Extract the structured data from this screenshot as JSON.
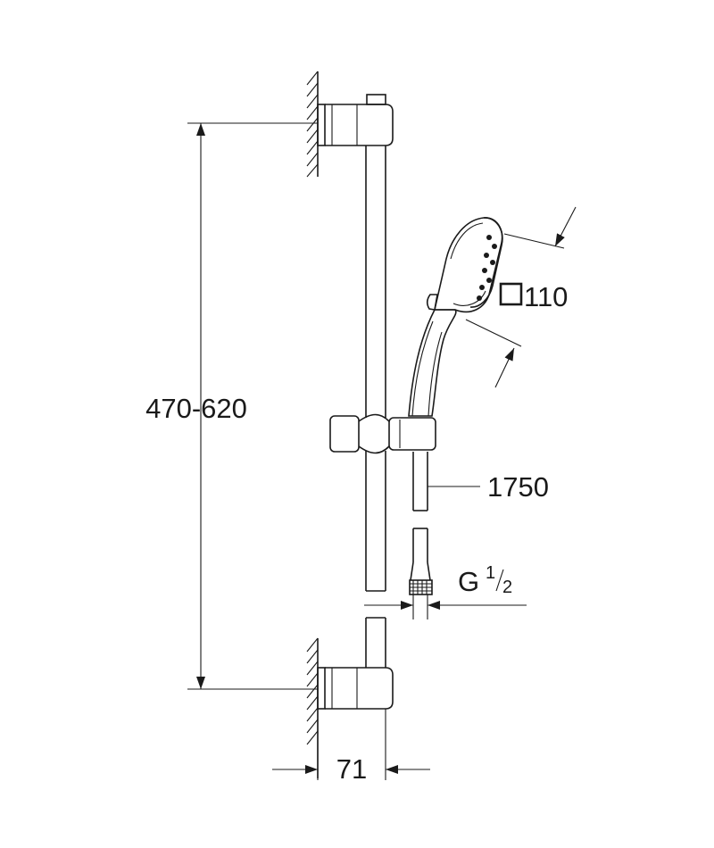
{
  "dimensions": {
    "height_range": "470-620",
    "head_size_symbol": "square",
    "head_size": "110",
    "hose_length": "1750",
    "thread_letter": "G",
    "thread_numerator": "1",
    "thread_denominator": "2",
    "wall_offset": "71"
  },
  "colors": {
    "line": "#1a1a1a",
    "background": "#ffffff"
  }
}
